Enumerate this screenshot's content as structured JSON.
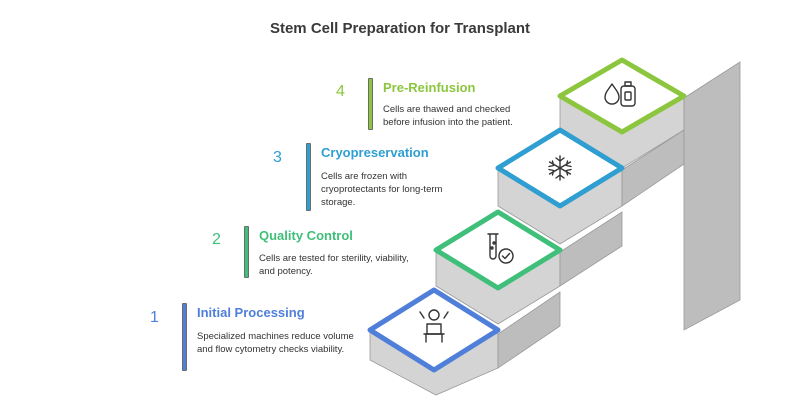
{
  "title": "Stem Cell Preparation for Transplant",
  "steps": [
    {
      "number": "1",
      "heading": "Initial Processing",
      "description": "Specialized machines reduce volume and flow cytometry checks viability.",
      "color": "#4f7fd9",
      "icon": "technician-icon"
    },
    {
      "number": "2",
      "heading": "Quality Control",
      "description": "Cells are tested for sterility, viability, and potency.",
      "color": "#3fbf7a",
      "icon": "test-tube-check-icon"
    },
    {
      "number": "3",
      "heading": "Cryopreservation",
      "description": "Cells are frozen with cryoprotectants for long-term storage.",
      "color": "#2f9fd1",
      "icon": "snowflake-icon"
    },
    {
      "number": "4",
      "heading": "Pre-Reinfusion",
      "description": "Cells are thawed and checked before infusion into the patient.",
      "color": "#8cc63f",
      "icon": "blood-bag-drop-icon"
    }
  ]
}
